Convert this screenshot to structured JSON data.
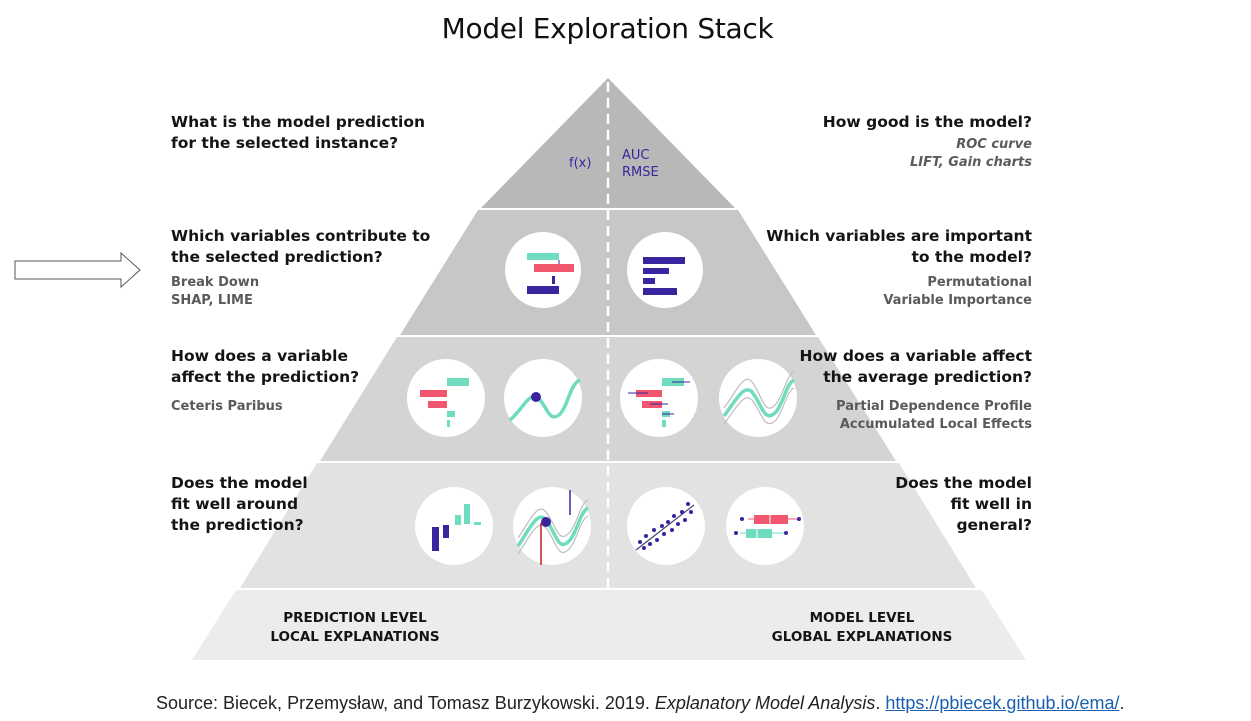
{
  "title": "Model Exploration Stack",
  "colors": {
    "purple": "#3a24a0",
    "teal": "#6fdcc0",
    "pink": "#f0566e",
    "red": "#c81e1e",
    "layer1": "#b8b8b8",
    "layer2": "#c7c7c7",
    "layer3": "#d4d4d4",
    "layer4": "#e2e2e2",
    "layer5": "#ececec"
  },
  "apex": {
    "left": "f(x)",
    "right_line1": "AUC",
    "right_line2": "RMSE"
  },
  "left": [
    {
      "q1": "What is the model prediction",
      "q2": "for the selected instance?",
      "q3": "",
      "s1": "",
      "s2": ""
    },
    {
      "q1": "Which variables contribute to",
      "q2": "the selected prediction?",
      "q3": "",
      "s1": "Break Down",
      "s2": "SHAP, LIME"
    },
    {
      "q1": "How does a variable",
      "q2": "affect the prediction?",
      "q3": "",
      "s1": "Ceteris Paribus",
      "s2": ""
    },
    {
      "q1": "Does the model",
      "q2": "fit well around",
      "q3": "the prediction?",
      "s1": "",
      "s2": ""
    }
  ],
  "right": [
    {
      "q1": "How good is the model?",
      "q2": "",
      "q3": "",
      "s1": "ROC curve",
      "s2": "LIFT, Gain charts"
    },
    {
      "q1": "Which variables are important",
      "q2": "to the model?",
      "q3": "",
      "s1": "Permutational",
      "s2": "Variable Importance"
    },
    {
      "q1": "How does a variable affect",
      "q2": "the average prediction?",
      "q3": "",
      "s1": "Partial Dependence Profile",
      "s2": "Accumulated Local Effects"
    },
    {
      "q1": "Does the model",
      "q2": "fit well in",
      "q3": "general?",
      "s1": "",
      "s2": ""
    }
  ],
  "bottom": {
    "left1": "PREDICTION LEVEL",
    "left2": "LOCAL EXPLANATIONS",
    "right1": "MODEL LEVEL",
    "right2": "GLOBAL EXPLANATIONS"
  },
  "source": {
    "prefix": "Source: Biecek, Przemysław, and Tomasz Burzykowski. 2019. ",
    "book": "Explanatory Model Analysis",
    "mid": ". ",
    "url": "https://pbiecek.github.io/ema/",
    "suffix": "."
  }
}
